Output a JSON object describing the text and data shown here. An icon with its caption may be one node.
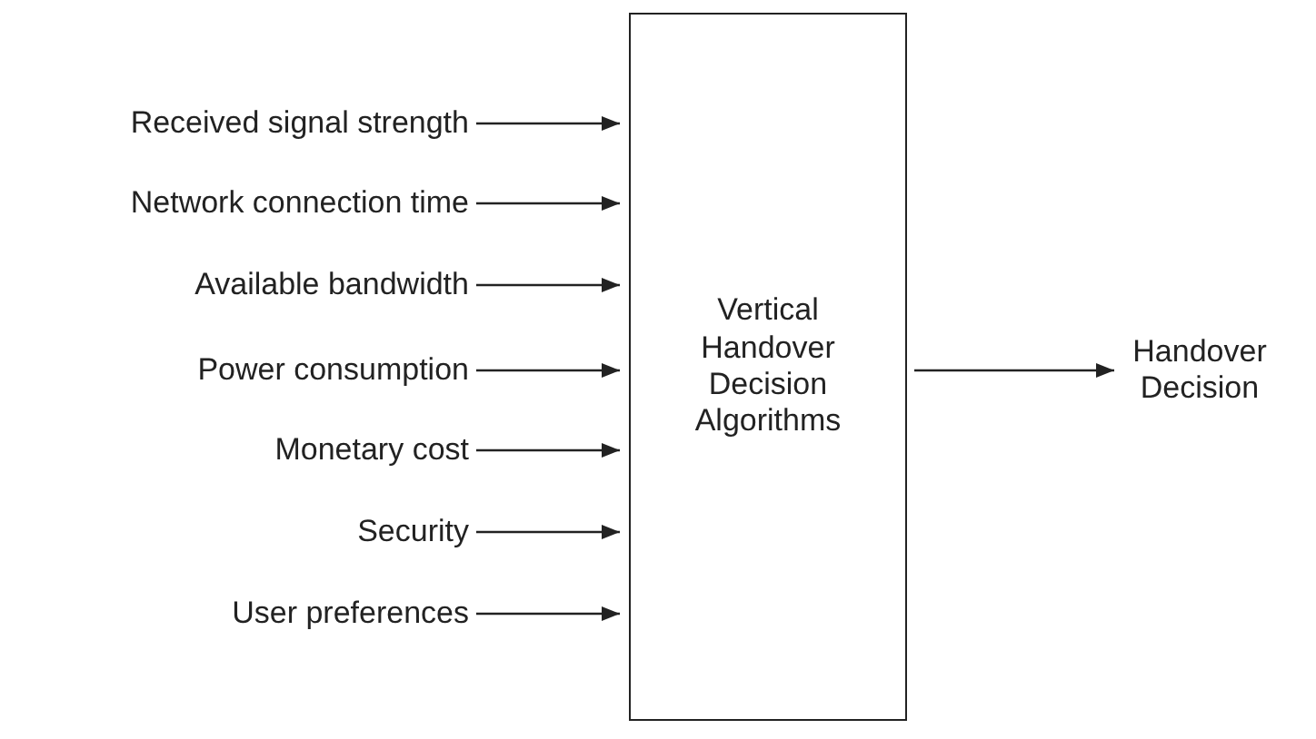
{
  "diagram": {
    "nodes": [
      {
        "text": [
          "Received signal strength"
        ]
      },
      {
        "text": [
          "Network connection time"
        ]
      },
      {
        "text": [
          "Available bandwidth"
        ]
      },
      {
        "text": [
          "Power consumption"
        ]
      },
      {
        "text": [
          "Monetary cost"
        ]
      },
      {
        "text": [
          "Security"
        ]
      },
      {
        "text": [
          "User preferences"
        ]
      },
      {
        "text": [
          "Vertical Handover Decision Algorithms"
        ]
      },
      {
        "text": [
          "Handover Decision"
        ]
      }
    ],
    "edges": [
      {
        "from": 0,
        "to": 7,
        "arrow": "to"
      },
      {
        "from": 1,
        "to": 7,
        "arrow": "to"
      },
      {
        "from": 2,
        "to": 7,
        "arrow": "to"
      },
      {
        "from": 3,
        "to": 7,
        "arrow": "to"
      },
      {
        "from": 4,
        "to": 7,
        "arrow": "to"
      },
      {
        "from": 5,
        "to": 7,
        "arrow": "to"
      },
      {
        "from": 6,
        "to": 7,
        "arrow": "to"
      },
      {
        "from": 7,
        "to": 8,
        "arrow": "to"
      }
    ]
  }
}
